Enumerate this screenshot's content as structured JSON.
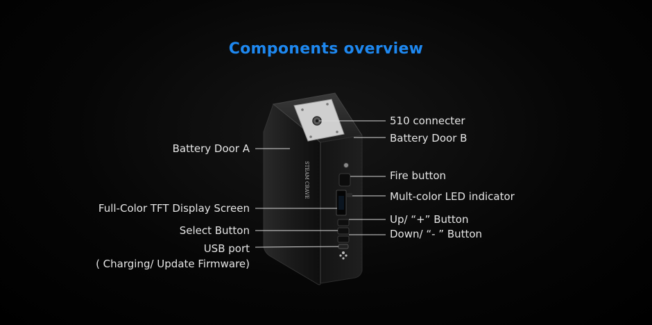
{
  "title": "Components overview",
  "labels": {
    "connector": "510 connecter",
    "battery_door_b": "Battery Door B",
    "battery_door_a": "Battery Door A",
    "fire_button": "Fire button",
    "led_indicator": "Mult-color LED indicator",
    "display": "Full-Color TFT Display Screen",
    "up_button": "Up/ “+” Button",
    "select_button": "Select Button",
    "down_button": "Down/ “- ” Button",
    "usb_port": "USB port",
    "usb_port_note": "( Charging/ Update Firmware)"
  },
  "device_brand": "STEAM CRAVE",
  "colors": {
    "title": "#1e88f0",
    "label": "#e6e6e6",
    "background": "#000000"
  }
}
